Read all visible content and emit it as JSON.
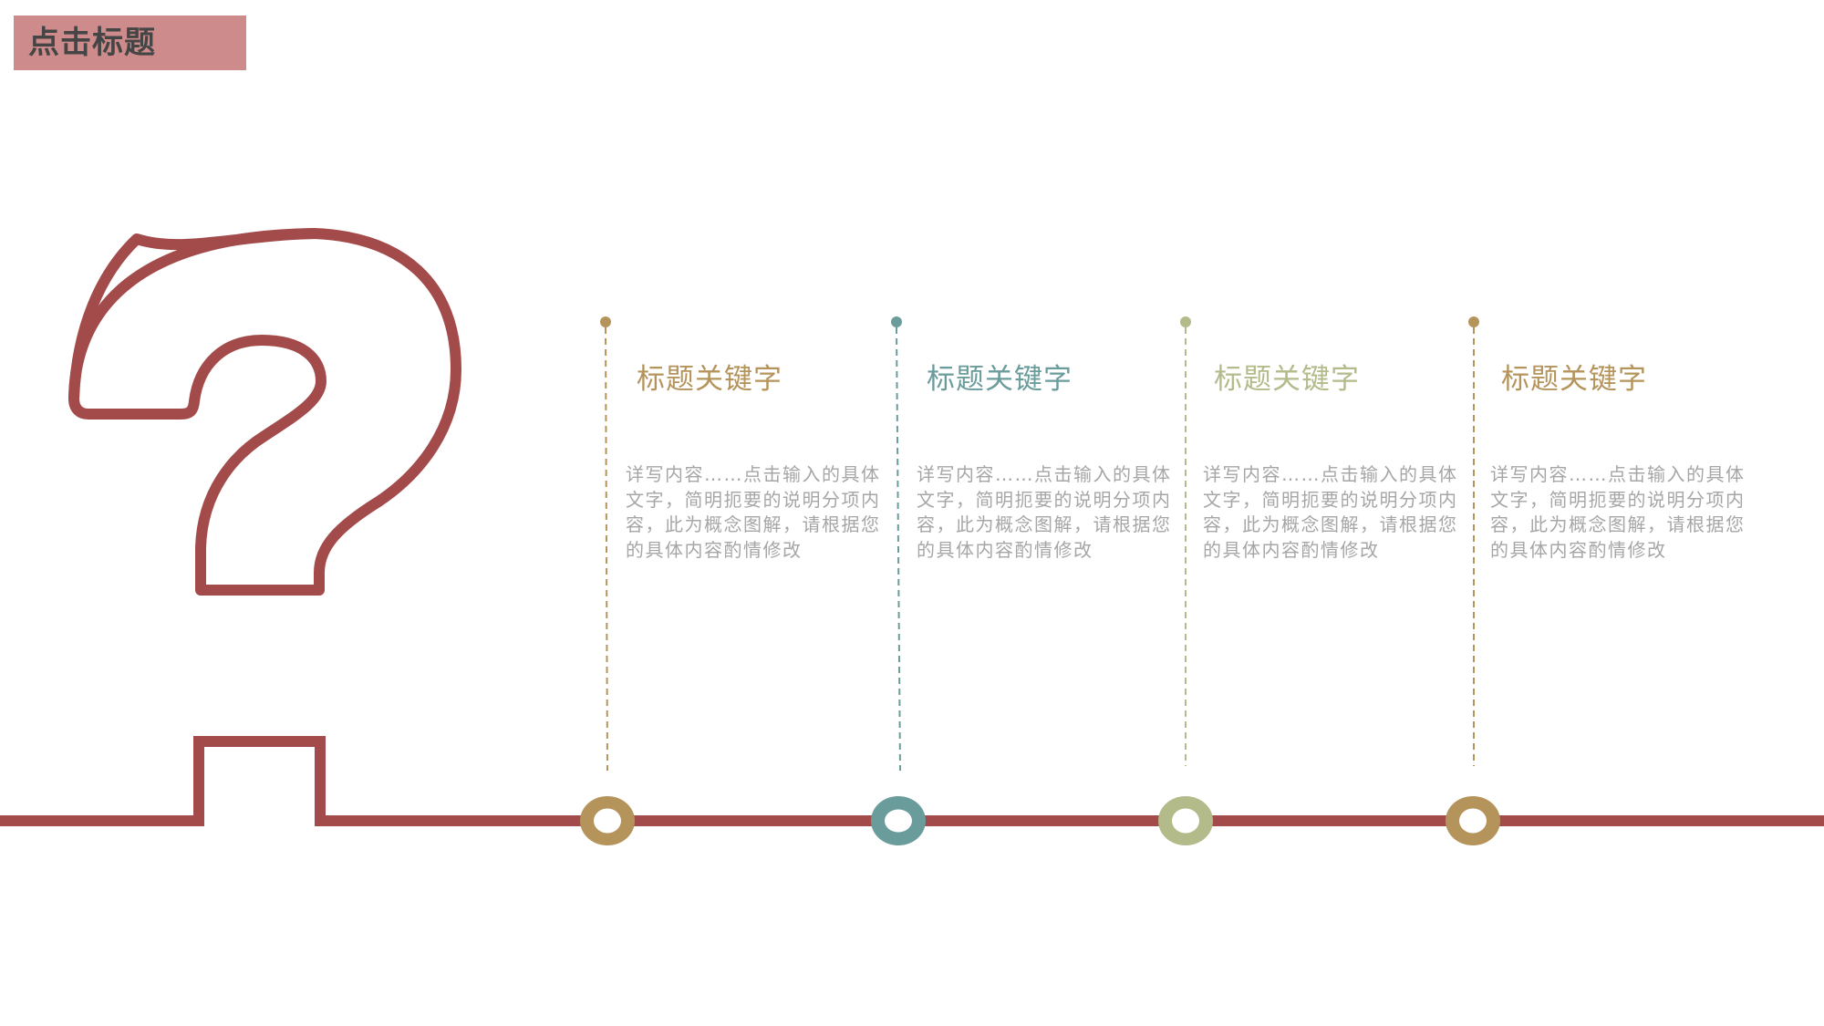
{
  "slide": {
    "title": "点击标题",
    "colors": {
      "title_bg": "#cd8c8b",
      "title_text": "#454545",
      "line": "#a34b4a",
      "body_text": "#a6a6a6"
    }
  },
  "decoration": {
    "question_mark_icon": "question-mark-outline",
    "timeline_color": "#a34b4a"
  },
  "items": [
    {
      "heading": "标题关键字",
      "color": "#b5945c",
      "body": "详写内容……点击输入的具体文字，简明扼要的说明分项内容，此为概念图解，请根据您的具体内容酌情修改"
    },
    {
      "heading": "标题关键字",
      "color": "#6a9c9b",
      "body": "详写内容……点击输入的具体文字，简明扼要的说明分项内容，此为概念图解，请根据您的具体内容酌情修改"
    },
    {
      "heading": "标题关键字",
      "color": "#b3bb8b",
      "body": "详写内容……点击输入的具体文字，简明扼要的说明分项内容，此为概念图解，请根据您的具体内容酌情修改"
    },
    {
      "heading": "标题关键字",
      "color": "#b5945c",
      "body": "详写内容……点击输入的具体文字，简明扼要的说明分项内容，此为概念图解，请根据您的具体内容酌情修改"
    }
  ]
}
